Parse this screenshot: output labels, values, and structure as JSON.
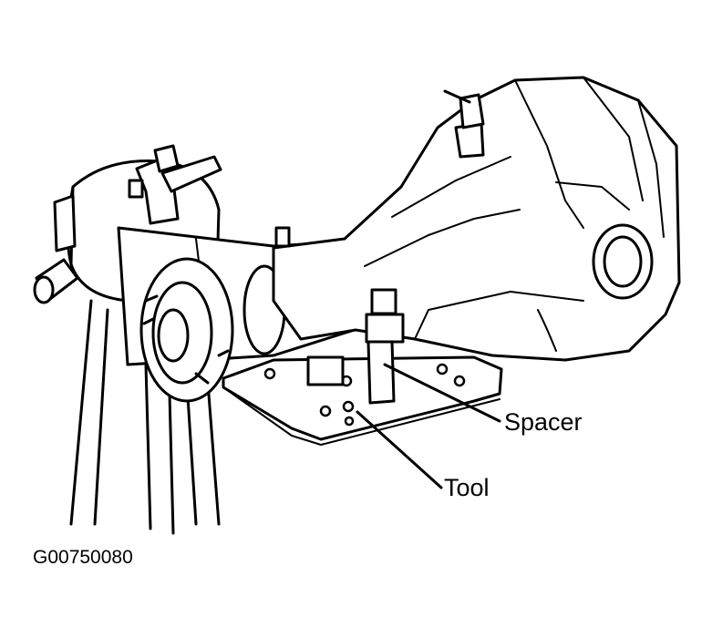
{
  "labels": {
    "spacer": "Spacer",
    "tool": "Tool"
  },
  "figure_id": "G00750080",
  "colors": {
    "line": "#000000",
    "background": "#ffffff"
  }
}
